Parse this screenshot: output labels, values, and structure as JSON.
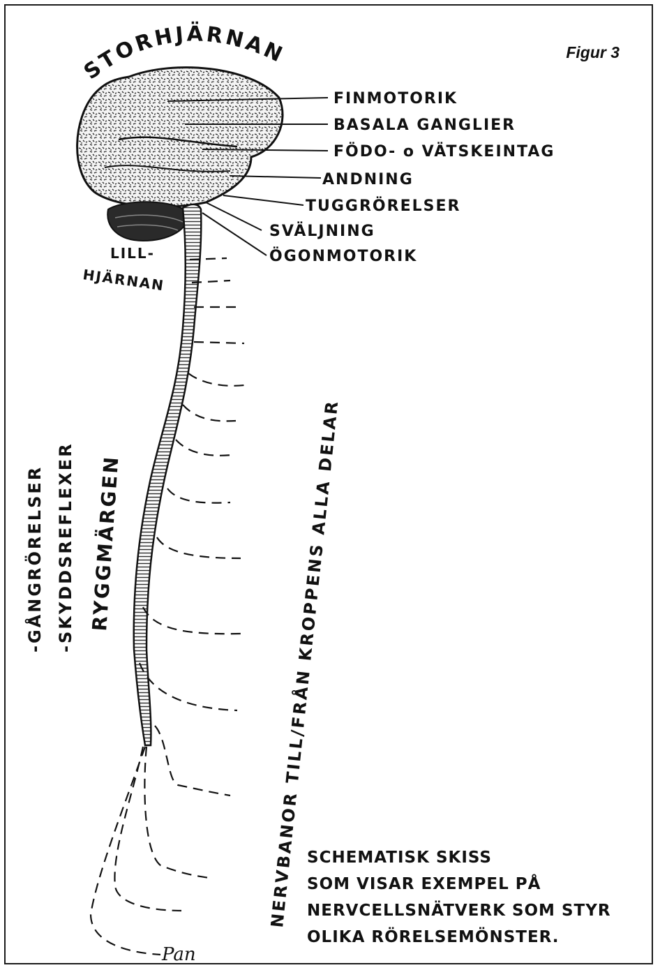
{
  "figure_label": "Figur 3",
  "title_brain": "STORHJÄRNAN",
  "cerebellum_line1": "LILL-",
  "cerebellum_line2": "HJÄRNAN",
  "brain_labels": [
    "FINMOTORIK",
    "BASALA GANGLIER",
    "FÖDO- o VÄTSKEINTAG",
    "ANDNING",
    "TUGGRÖRELSER",
    "SVÄLJNING",
    "ÖGONMOTORIK"
  ],
  "spinal_labels": {
    "walking": "-GÅNGRÖRELSER",
    "reflexes": "-SKYDDSREFLEXER",
    "cord": "RYGGMÄRGEN"
  },
  "nerve_label": "NERVBANOR TILL/FRÅN KROPPENS ALLA DELAR",
  "caption_lines": [
    "SCHEMATISK SKISS",
    "SOM VISAR EXEMPEL PÅ",
    "NERVCELLSNÄTVERK SOM STYR",
    "OLIKA RÖRELSEMÖNSTER."
  ],
  "signature": "Pan"
}
